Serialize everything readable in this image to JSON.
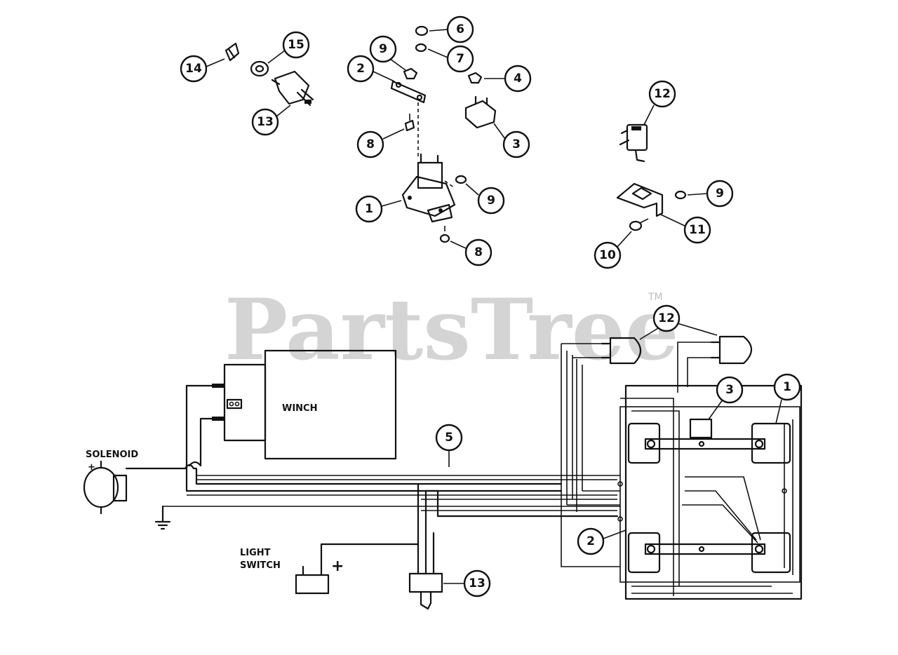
{
  "watermark": {
    "brand": "PartsTree",
    "trademark": "TM"
  },
  "labels": {
    "solenoid": "SOLENOID",
    "solenoid_polarity": "+",
    "winch": "WINCH",
    "light_switch_line1": "LIGHT",
    "light_switch_line2": "SWITCH",
    "plus": "+"
  },
  "callouts": {
    "c14": "14",
    "c15": "15",
    "c13a": "13",
    "c9a": "9",
    "c2a": "2",
    "c8a": "8",
    "c1a": "1",
    "c9b": "9",
    "c6": "6",
    "c7": "7",
    "c4": "4",
    "c3a": "3",
    "c12a": "12",
    "c9c": "9",
    "c11": "11",
    "c10": "10",
    "c12b": "12",
    "c5": "5",
    "c3b": "3",
    "c1b": "1",
    "c2b": "2",
    "c13b": "13"
  },
  "colors": {
    "ink": "#111111",
    "watermark": "#d4d4d4",
    "background": "#ffffff"
  }
}
